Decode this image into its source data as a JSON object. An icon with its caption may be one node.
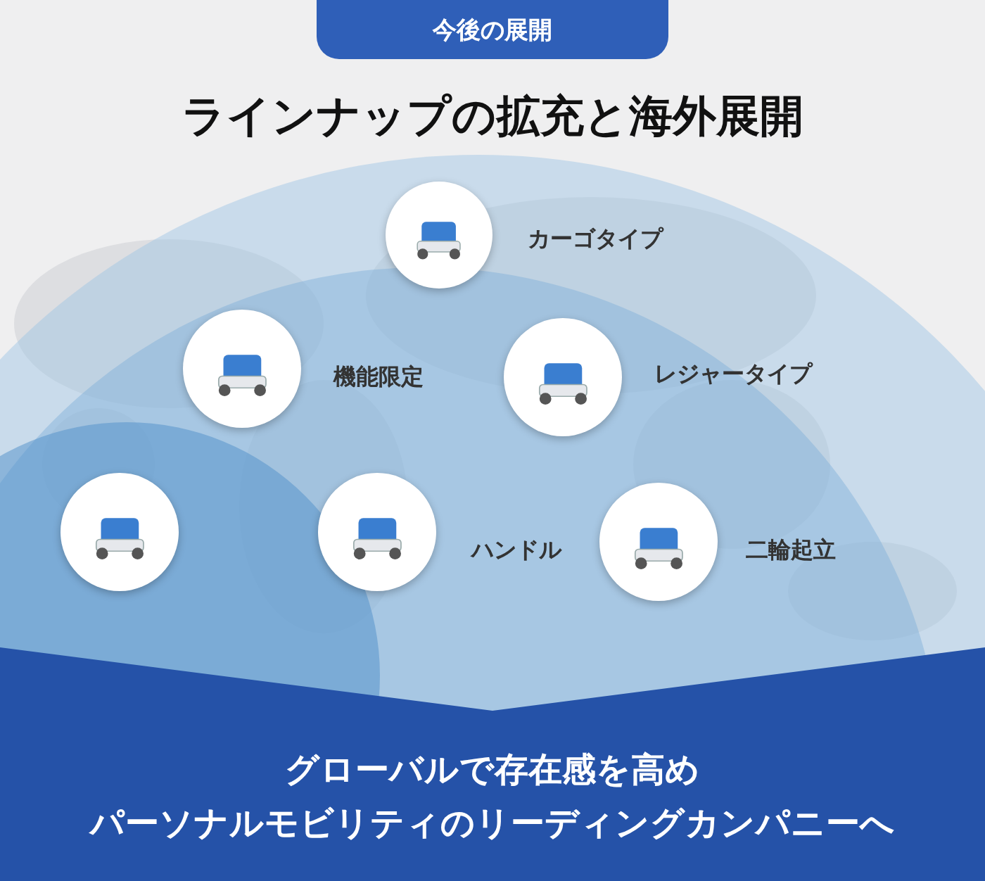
{
  "diagram": {
    "title": "ラインナップの拡充と海外展開",
    "nodes": [
      {
        "text": [
          "今後の展開"
        ]
      },
      {
        "text": [],
        "shape": "picture",
        "beside": [
          "カーゴタイプ"
        ]
      },
      {
        "text": [],
        "shape": "picture",
        "beside": [
          "機能限定"
        ]
      },
      {
        "text": [],
        "shape": "picture",
        "beside": [
          "レジャータイプ"
        ]
      },
      {
        "text": [],
        "shape": "picture"
      },
      {
        "text": [],
        "shape": "picture",
        "beside": [
          "ハンドル"
        ]
      },
      {
        "text": [],
        "shape": "picture",
        "beside": [
          "二輪起立"
        ]
      },
      {
        "text": [
          "グローバルで存在感を高め",
          "パーソナルモビリティのリーディングカンパニーへ"
        ]
      }
    ]
  }
}
